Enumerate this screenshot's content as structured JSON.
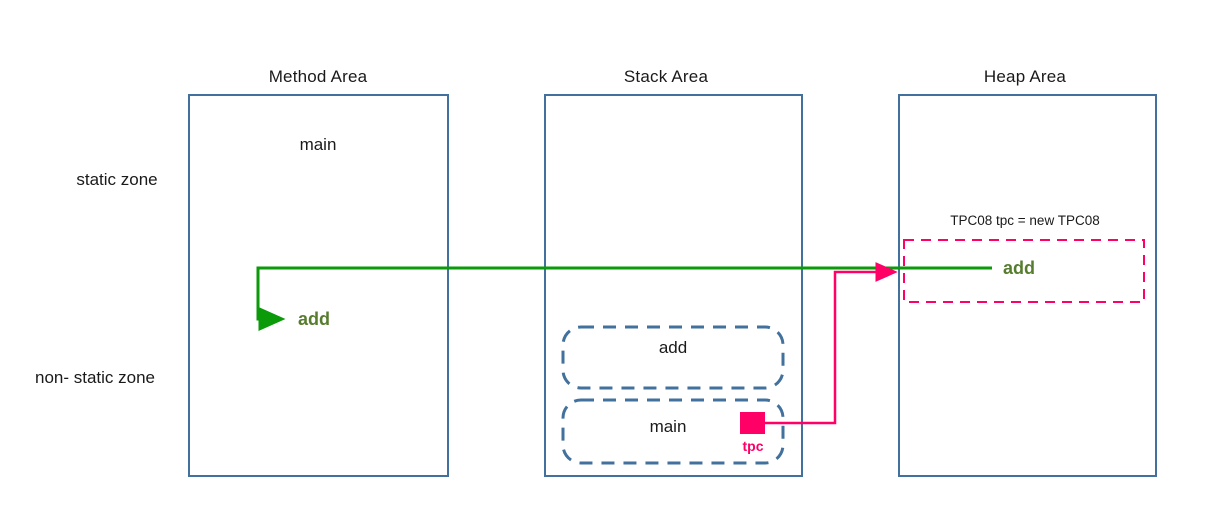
{
  "zones": {
    "static_label": "static zone",
    "non_static_label": "non- static zone"
  },
  "method_area": {
    "title": "Method Area",
    "main_label": "main",
    "add_label": "add"
  },
  "stack_area": {
    "title": "Stack Area",
    "frames": [
      {
        "label": "add"
      },
      {
        "label": "main"
      }
    ],
    "tpc_label": "tpc"
  },
  "heap_area": {
    "title": "Heap Area",
    "object_text": "TPC08 tpc = new TPC08",
    "add_label": "add"
  },
  "colors": {
    "box_border_blue": "#41719C",
    "arrow_green": "#0a9a0a",
    "add_text_olive": "#567d2e",
    "pink": "#ff0066",
    "light_blue_line_start": "#b9d5ee",
    "light_blue_line_mid": "#7fa8d0",
    "light_blue_line_end": "#cfe2f3"
  }
}
